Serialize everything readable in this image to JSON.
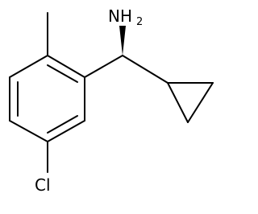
{
  "molecule": {
    "amine_label": "NH",
    "amine_subscript": "2",
    "chlorine_label": "Cl"
  },
  "colors": {
    "bond": "#000000",
    "background": "#ffffff"
  }
}
